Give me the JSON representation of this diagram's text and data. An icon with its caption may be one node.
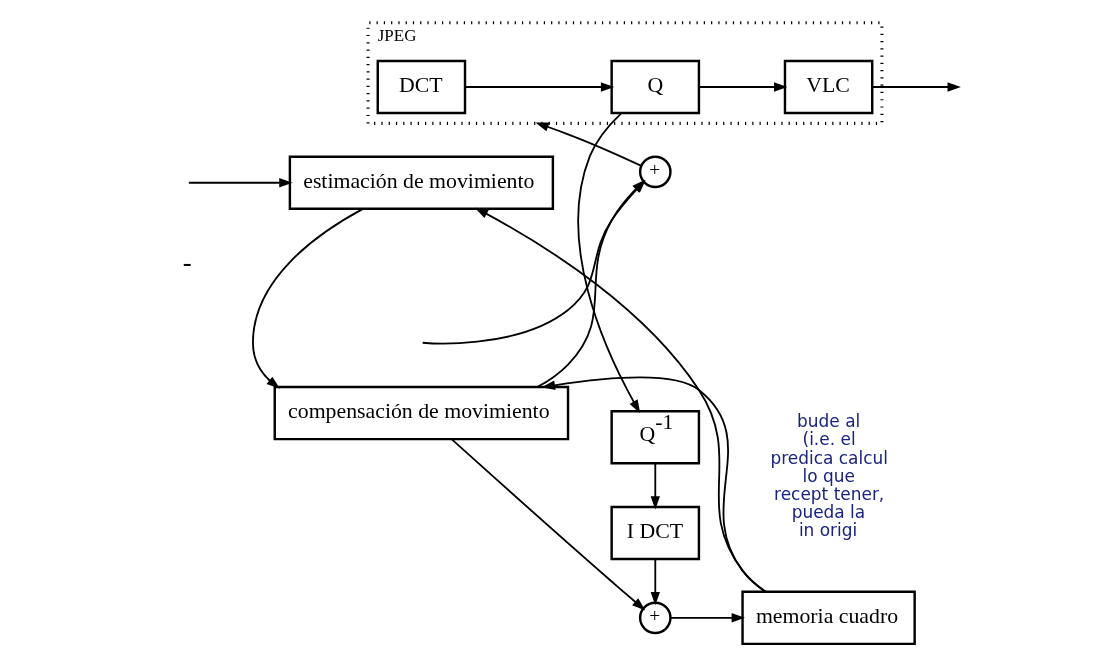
{
  "diagram": {
    "nodes": [
      {
        "text": [
          "JPEG"
        ]
      },
      {
        "text": [
          "DCT"
        ],
        "in": 0
      },
      {
        "text": [
          "Q"
        ],
        "in": 0
      },
      {
        "text": [
          "VLC"
        ],
        "in": 0
      },
      {
        "text": [
          "+"
        ]
      },
      {
        "text": [
          "Q$^{-1}$"
        ]
      },
      {
        "text": [
          "I DCT"
        ]
      },
      {
        "text": [
          "+"
        ]
      },
      {
        "text": [
          "estimación de movimiento"
        ]
      },
      {
        "text": [
          "compensación de movimiento"
        ]
      },
      {
        "text": [
          "memoria cuadro"
        ]
      }
    ],
    "edges": [
      {
        "from": null,
        "to": 4,
        "arrow": "to"
      },
      {
        "from": null,
        "to": 8,
        "arrow": "to"
      },
      {
        "from": 4,
        "to": 0,
        "arrow": "to"
      },
      {
        "from": 1,
        "to": 2,
        "arrow": "to"
      },
      {
        "from": 2,
        "to": 3,
        "arrow": "to"
      },
      {
        "from": 3,
        "to": null,
        "arrow": "to"
      },
      {
        "from": 2,
        "to": 5,
        "arrow": "to"
      },
      {
        "from": 5,
        "to": 6,
        "arrow": "to"
      },
      {
        "from": 6,
        "to": 7,
        "arrow": "to"
      },
      {
        "from": 7,
        "to": 10,
        "arrow": "to"
      },
      {
        "from": 9,
        "to": 4,
        "arrow": "to"
      },
      {
        "from": 9,
        "to": 7,
        "arrow": "to"
      },
      {
        "from": 8,
        "to": 9,
        "arrow": "to"
      },
      {
        "from": 10,
        "to": 9,
        "arrow": "to"
      },
      {
        "from": 10,
        "to": 8,
        "arrow": "to"
      }
    ],
    "labels": [
      "-",
      "bude al (i.e. el predica calcul lo que recept tener, pueda la in origi"
    ]
  }
}
